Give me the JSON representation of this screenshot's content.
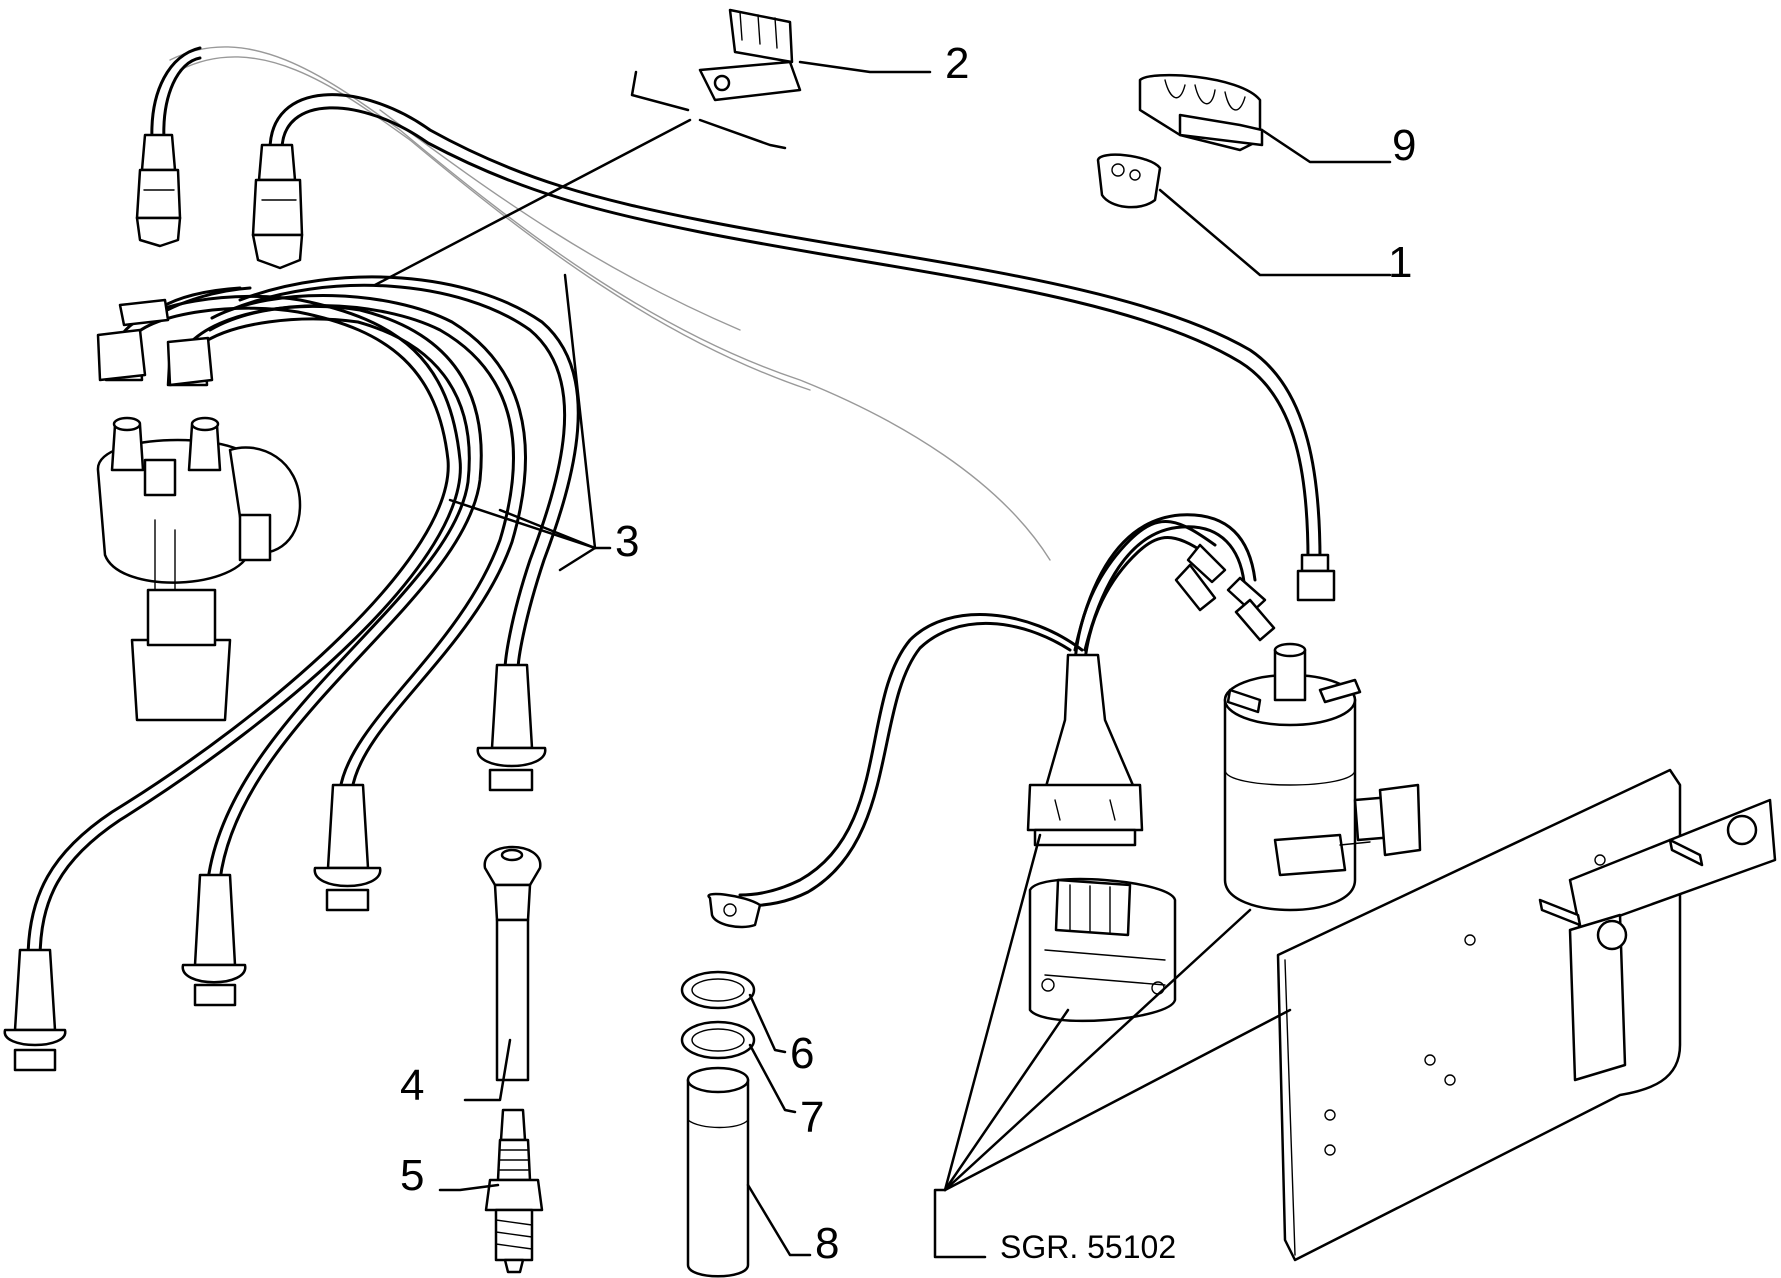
{
  "callouts": [
    {
      "id": "1",
      "label": "1"
    },
    {
      "id": "2",
      "label": "2"
    },
    {
      "id": "3",
      "label": "3"
    },
    {
      "id": "4",
      "label": "4"
    },
    {
      "id": "5",
      "label": "5"
    },
    {
      "id": "6",
      "label": "6"
    },
    {
      "id": "7",
      "label": "7"
    },
    {
      "id": "8",
      "label": "8"
    },
    {
      "id": "9",
      "label": "9"
    }
  ],
  "reference_code": "SGR. 55102",
  "colors": {
    "line": "#000000",
    "background": "#ffffff"
  }
}
